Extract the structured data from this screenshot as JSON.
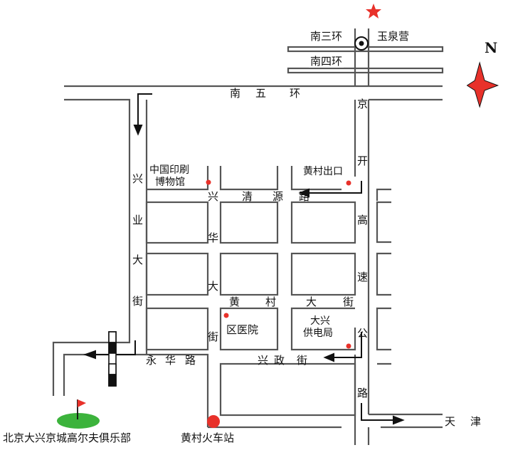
{
  "colors": {
    "road_stroke": "#555555",
    "marker_red": "#e8312a",
    "star_red": "#e8312a",
    "compass_red": "#e8312a",
    "golf_green": "#3cb33c"
  },
  "icons": {
    "star": "star-icon",
    "bullseye": "bullseye-icon",
    "compass": "compass-rose-icon",
    "golf": "golf-flag-icon",
    "railway": "railway-crossing-icon",
    "marker": "location-marker-icon",
    "arrow": "route-arrow-icon"
  },
  "compass_label": "N",
  "ring_roads": {
    "south_3rd": "南三环",
    "south_4th": "南四环",
    "south_5th": [
      "南",
      "五",
      "环"
    ]
  },
  "places": {
    "yuquanying": "玉泉营",
    "printing_museum": [
      "中国印刷",
      "博物馆"
    ],
    "huangcun_exit": "黄村出口",
    "district_hospital": "区医院",
    "power_bureau": [
      "大兴",
      "供电局"
    ],
    "railway_station": "黄村火车站",
    "golf_club": "北京大兴京城高尔夫俱乐部"
  },
  "streets": {
    "xinye_street": [
      "兴",
      "业",
      "大",
      "街"
    ],
    "jingkai_expressway": [
      "京",
      "开",
      "高",
      "速",
      "公",
      "路"
    ],
    "xinqingyuan_road": [
      "兴",
      "清",
      "源",
      "路"
    ],
    "xinghua_street": [
      "华",
      "大",
      "街"
    ],
    "huangcun_street": [
      "黄",
      "村",
      "大",
      "街"
    ],
    "yonghua_road": [
      "永",
      "华",
      "路"
    ],
    "xingzheng_street": [
      "兴",
      "政",
      "街"
    ],
    "tianjin": [
      "天",
      "津"
    ]
  }
}
